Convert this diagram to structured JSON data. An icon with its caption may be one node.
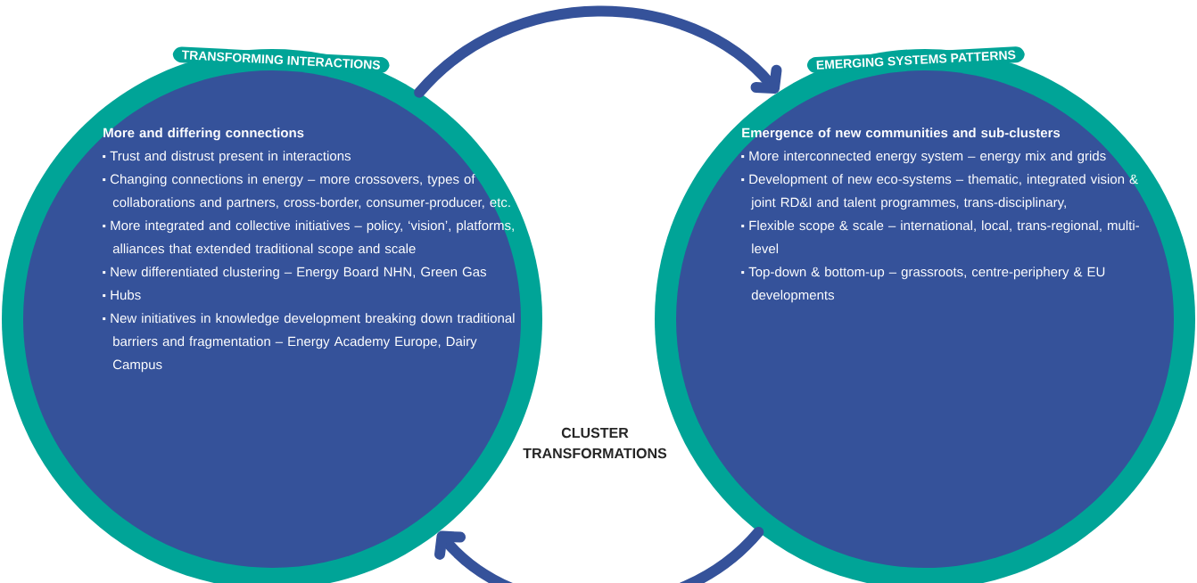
{
  "diagram": {
    "nodes": [
      {
        "text": [
          "TRANSFORMING INTERACTIONS",
          "More and differing connections",
          "Trust and distrust present in interactions",
          "Changing connections in energy – more crossovers, types of collaborations and partners, cross-border, consumer-producer, etc.",
          "More integrated and collective initiatives – policy, ‘vision’, platforms, alliances that extended traditional scope and scale",
          "New differentiated clustering – Energy Board NHN, Green Gas",
          "Hubs",
          "New initiatives in knowledge development breaking down traditional barriers and fragmentation – Energy Academy Europe, Dairy Campus"
        ]
      },
      {
        "text": [
          "EMERGING SYSTEMS PATTERNS",
          "Emergence of new communities and sub-clusters",
          "More interconnected energy system – energy mix and grids",
          "Development of new eco-systems – thematic, integrated vision & joint RD&I and talent programmes, trans-disciplinary,",
          "Flexible scope & scale – international, local, trans-regional, multi-level",
          "Top-down & bottom-up – grassroots, centre-periphery & EU developments"
        ]
      }
    ],
    "edges": [
      {
        "from": 0,
        "to": 1,
        "arrow": "to"
      },
      {
        "from": 1,
        "to": 0,
        "arrow": "to"
      }
    ],
    "labels": [
      "CLUSTER TRANSFORMATIONS"
    ]
  }
}
